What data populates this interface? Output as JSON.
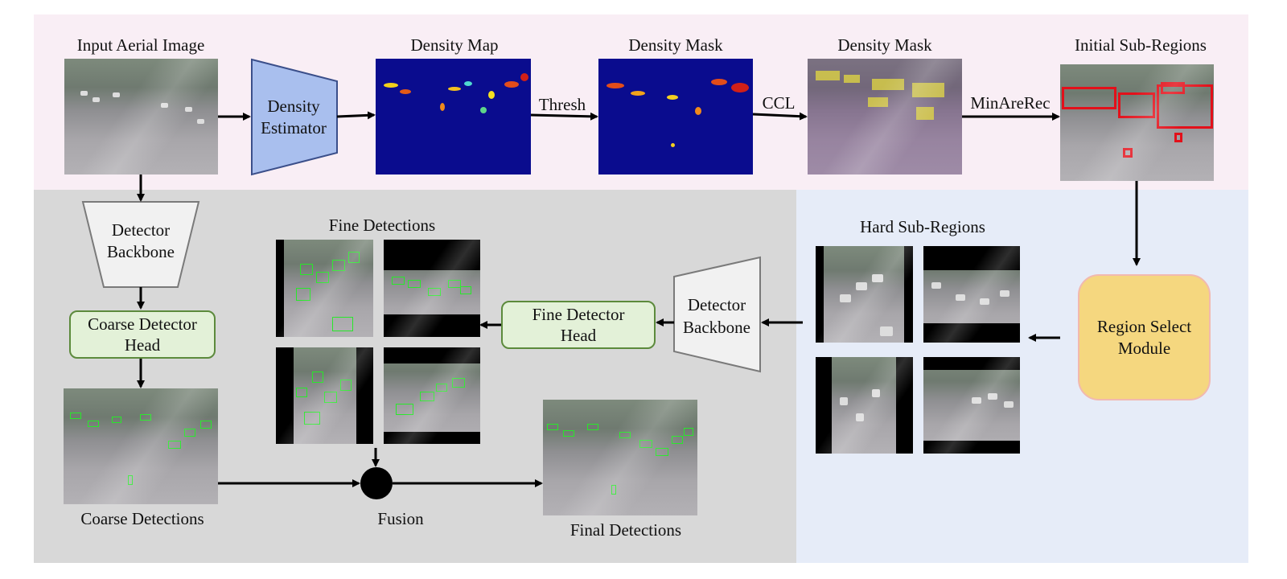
{
  "nodes": {
    "input_image": "Input Aerial Image",
    "density_estimator": [
      "Density",
      "Estimator"
    ],
    "density_map": "Density Map",
    "density_mask_1": "Density Mask",
    "density_mask_2": "Density Mask",
    "initial_subregions": "Initial Sub-Regions",
    "detector_backbone_left": [
      "Detector",
      "Backbone"
    ],
    "coarse_head": [
      "Coarse Detector",
      "Head"
    ],
    "coarse_detections": "Coarse Detections",
    "fine_detections": "Fine Detections",
    "fusion": "Fusion",
    "final_detections": "Final  Detections",
    "fine_head": [
      "Fine  Detector",
      "Head"
    ],
    "detector_backbone_right": [
      "Detector",
      "Backbone"
    ],
    "hard_subregions": "Hard Sub-Regions",
    "region_select": [
      "Region Select",
      "Module"
    ]
  },
  "edges": {
    "thresh": "Thresh",
    "ccl": "CCL",
    "minarerec": "MinAreRec"
  },
  "colors": {
    "top_panel": "#f9eef5",
    "left_panel": "#d8d8d8",
    "right_panel": "#e6ecf8",
    "estimator_fill": "#a9bfee",
    "green_node": "#e3f1d8",
    "region_node": "#f5d77f",
    "detection_box": "#28e82a",
    "subregion_box": "#e3101a"
  }
}
